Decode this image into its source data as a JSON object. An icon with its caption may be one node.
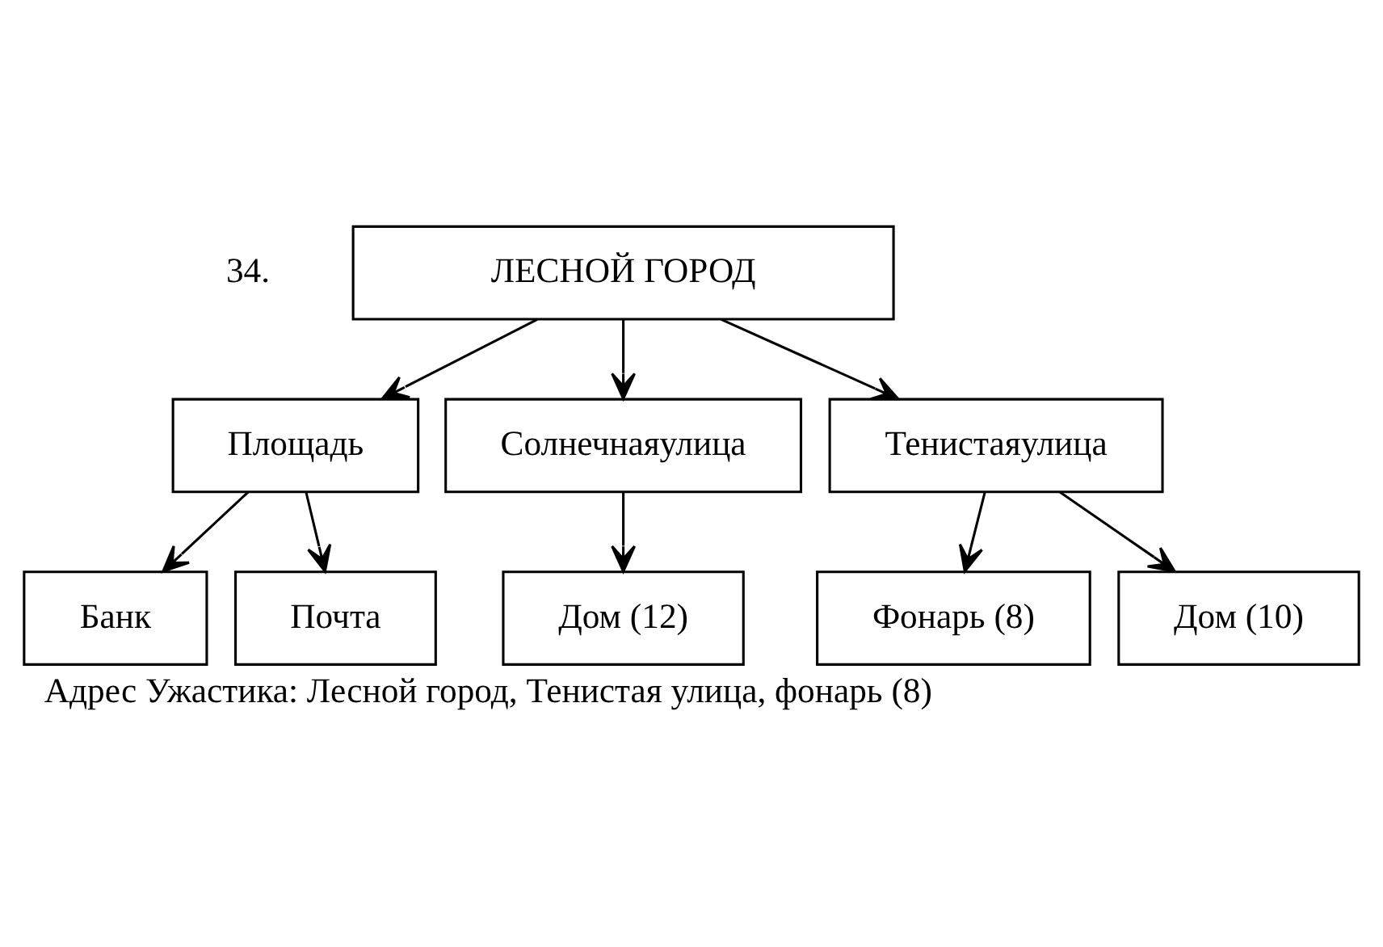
{
  "diagram": {
    "caption": "Адрес Ужастика: Лесной город, Тенистая улица, фонарь (8)",
    "nodes": [
      {
        "text": [
          "ЛЕСНОЙ ГОРОД"
        ]
      },
      {
        "text": [
          "Площадь"
        ]
      },
      {
        "text": [
          "Солнечнаяулица"
        ]
      },
      {
        "text": [
          "Тенистаяулица"
        ]
      },
      {
        "text": [
          "Банк"
        ]
      },
      {
        "text": [
          "Почта"
        ]
      },
      {
        "text": [
          "Дом (12)"
        ]
      },
      {
        "text": [
          "Фонарь (8)"
        ]
      },
      {
        "text": [
          "Дом (10)"
        ]
      }
    ],
    "edges": [
      {
        "from": 0,
        "to": 1,
        "arrow": "to"
      },
      {
        "from": 0,
        "to": 2,
        "arrow": "to"
      },
      {
        "from": 0,
        "to": 3,
        "arrow": "to"
      },
      {
        "from": 1,
        "to": 4,
        "arrow": "to"
      },
      {
        "from": 1,
        "to": 5,
        "arrow": "to"
      },
      {
        "from": 2,
        "to": 6,
        "arrow": "to"
      },
      {
        "from": 3,
        "to": 7,
        "arrow": "to"
      },
      {
        "from": 3,
        "to": 8,
        "arrow": "to"
      }
    ],
    "labels": [
      "34."
    ]
  }
}
